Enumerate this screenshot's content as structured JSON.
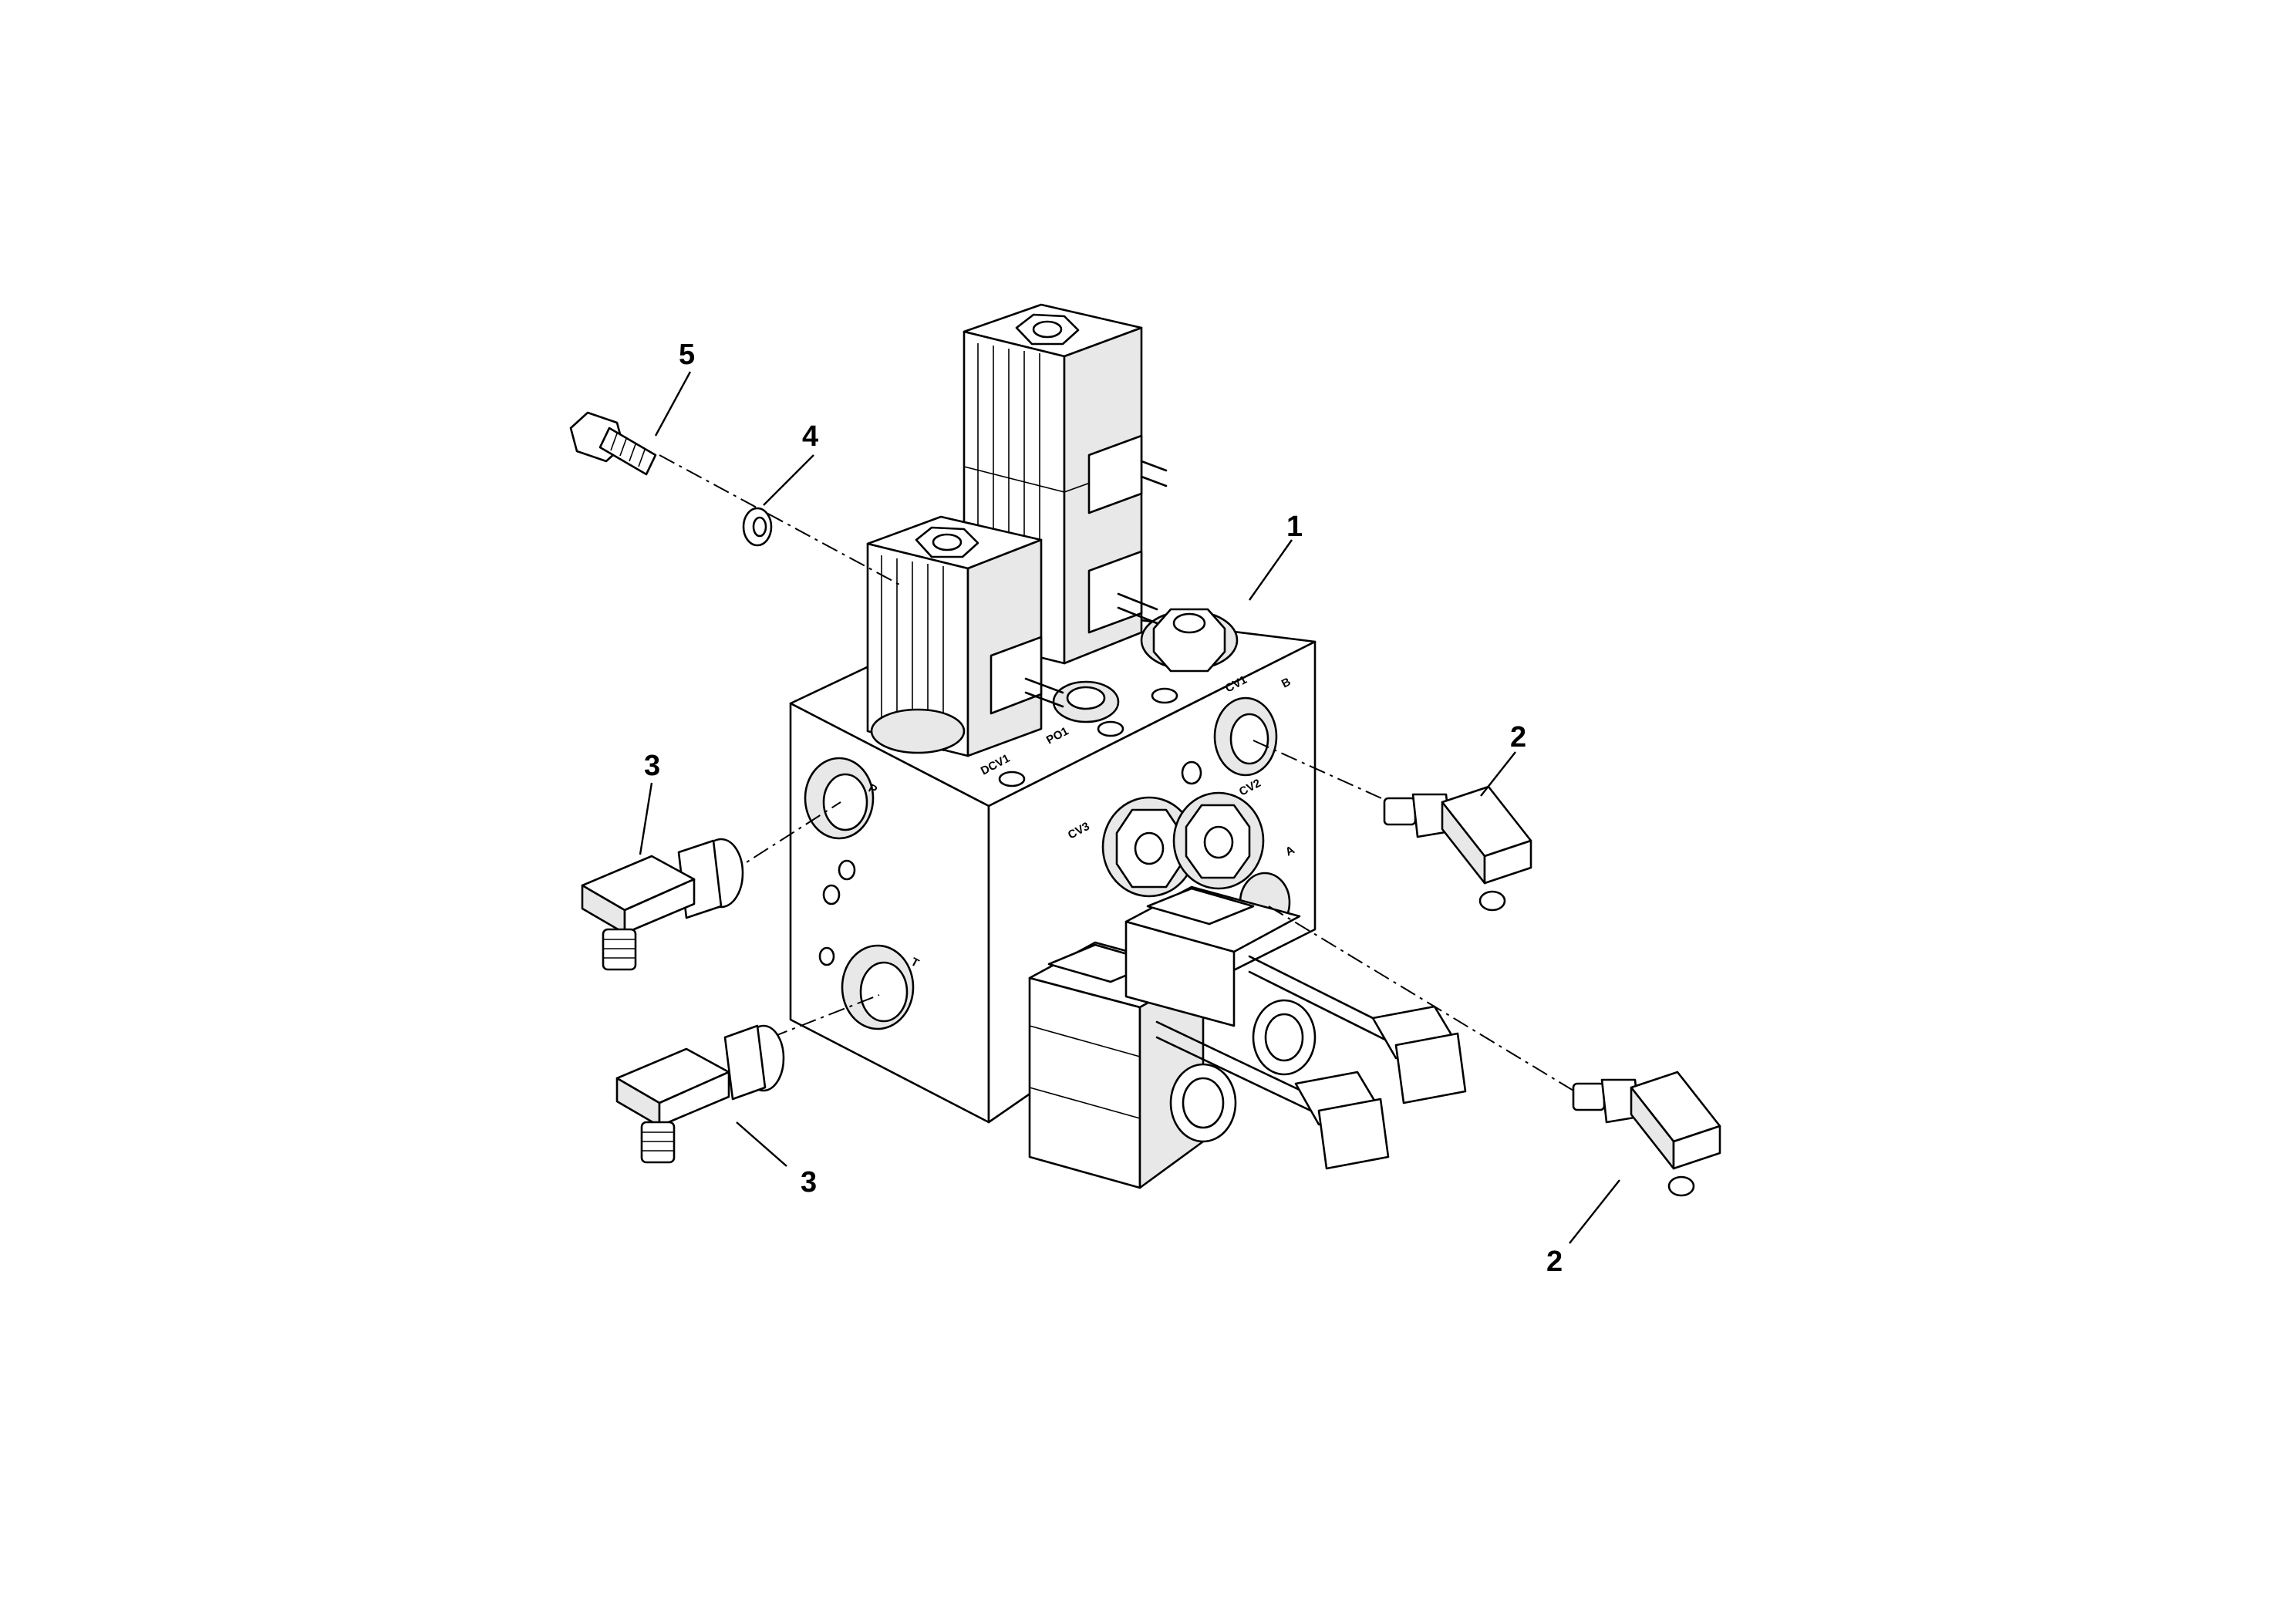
{
  "diagram": {
    "callouts": [
      {
        "label": "1"
      },
      {
        "label": "2"
      },
      {
        "label": "2"
      },
      {
        "label": "3"
      },
      {
        "label": "3"
      },
      {
        "label": "4"
      },
      {
        "label": "5"
      }
    ],
    "port_labels": [
      {
        "label": "P"
      },
      {
        "label": "T"
      },
      {
        "label": "A"
      },
      {
        "label": "B"
      },
      {
        "label": "CV1"
      },
      {
        "label": "CV2"
      },
      {
        "label": "CV3"
      },
      {
        "label": "DCV1"
      },
      {
        "label": "PO1"
      }
    ],
    "parts": [
      {
        "name": "valve-block"
      },
      {
        "name": "elbow-fitting"
      },
      {
        "name": "elbow-fitting"
      },
      {
        "name": "washer"
      },
      {
        "name": "bolt"
      }
    ]
  }
}
